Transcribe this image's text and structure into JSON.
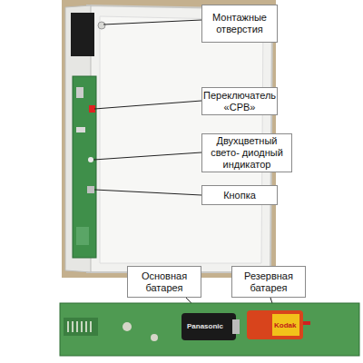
{
  "diagram": {
    "nodes": [
      {
        "text": [
          "Монтажные отверстия"
        ]
      },
      {
        "text": [
          "Переключатель «СРВ»"
        ]
      },
      {
        "text": [
          "Двухцветный свето- диодный индикатор"
        ]
      },
      {
        "text": [
          "Кнопка"
        ]
      },
      {
        "text": [
          "Основная батарея"
        ]
      },
      {
        "text": [
          "Резервная батарея"
        ]
      }
    ],
    "labels": [
      "Panasonic",
      "Kodak"
    ]
  }
}
